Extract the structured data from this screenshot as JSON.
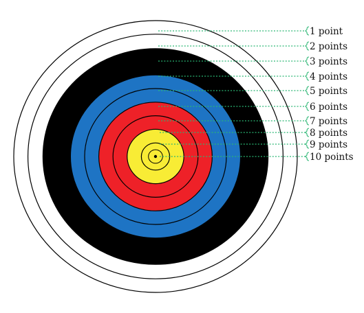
{
  "target": {
    "colors": {
      "white": "#ffffff",
      "black": "#000000",
      "blue": "#1e74c4",
      "red": "#ee2128",
      "gold": "#f8ec35",
      "leader": "#2bb673"
    },
    "rings": [
      {
        "points": 1,
        "fill": "white",
        "line": "black"
      },
      {
        "points": 2,
        "fill": "white",
        "line": "black"
      },
      {
        "points": 3,
        "fill": "black",
        "line": "white"
      },
      {
        "points": 4,
        "fill": "black",
        "line": "black"
      },
      {
        "points": 5,
        "fill": "blue",
        "line": "black"
      },
      {
        "points": 6,
        "fill": "blue",
        "line": "black"
      },
      {
        "points": 7,
        "fill": "red",
        "line": "black"
      },
      {
        "points": 8,
        "fill": "red",
        "line": "black"
      },
      {
        "points": 9,
        "fill": "gold",
        "line": "black"
      },
      {
        "points": 10,
        "fill": "gold",
        "line": "black"
      }
    ]
  },
  "labels": [
    "1 point",
    "2 points",
    "3 points",
    "4 points",
    "5 points",
    "6 points",
    "7 points",
    "8 points",
    "9 points",
    "10 points"
  ]
}
